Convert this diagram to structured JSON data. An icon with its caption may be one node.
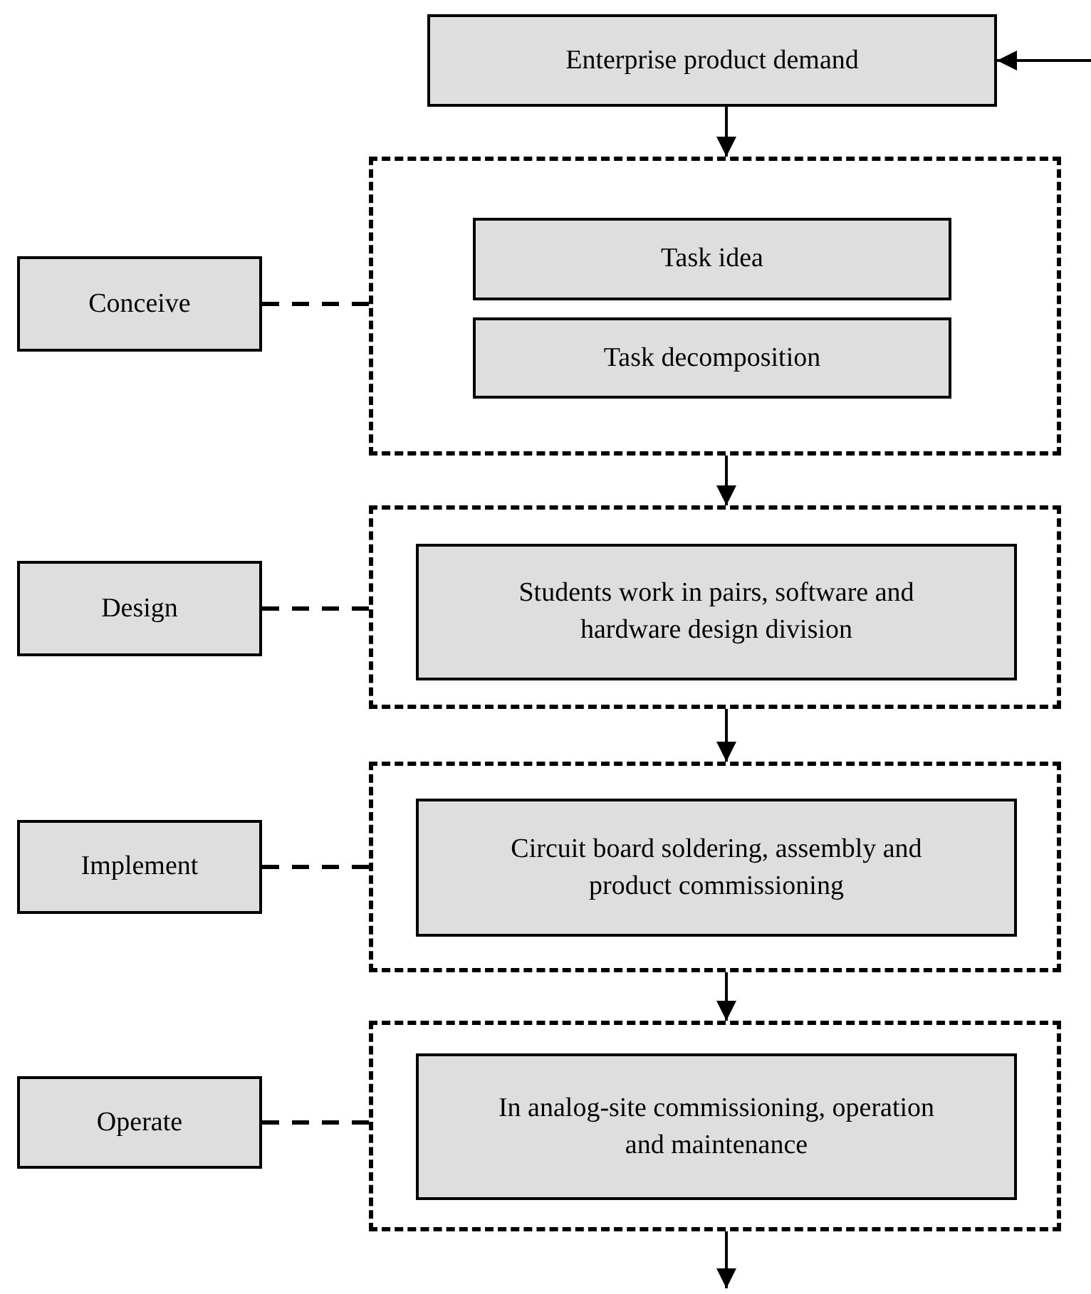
{
  "diagram": {
    "nodes": [
      {
        "text": [
          "Enterprise product demand"
        ]
      },
      {
        "text": [],
        "shape": "box"
      },
      {
        "text": [
          "Task idea"
        ],
        "in": 1
      },
      {
        "text": [
          "Task decomposition"
        ],
        "in": 1
      },
      {
        "text": [
          "Conceive"
        ]
      },
      {
        "text": [],
        "shape": "box"
      },
      {
        "text": [
          "Students work in pairs, software and hardware design division"
        ],
        "in": 5
      },
      {
        "text": [
          "Design"
        ]
      },
      {
        "text": [],
        "shape": "box"
      },
      {
        "text": [
          "Circuit board soldering, assembly and product commissioning"
        ],
        "in": 8
      },
      {
        "text": [
          "Implement"
        ]
      },
      {
        "text": [],
        "shape": "box"
      },
      {
        "text": [
          "In analog-site commissioning, operation and maintenance"
        ],
        "in": 11
      },
      {
        "text": [
          "Operate"
        ]
      }
    ],
    "edges": [
      {
        "from": null,
        "to": 0,
        "arrow": "to"
      },
      {
        "from": 0,
        "to": 1,
        "arrow": "to"
      },
      {
        "from": 1,
        "to": 5,
        "arrow": "to"
      },
      {
        "from": 5,
        "to": 8,
        "arrow": "to"
      },
      {
        "from": 8,
        "to": 11,
        "arrow": "to"
      },
      {
        "from": 11,
        "to": null,
        "arrow": "to"
      },
      {
        "from": 4,
        "to": 1,
        "arrow": "none",
        "style": "dashed"
      },
      {
        "from": 7,
        "to": 5,
        "arrow": "none",
        "style": "dashed"
      },
      {
        "from": 10,
        "to": 8,
        "arrow": "none",
        "style": "dashed"
      },
      {
        "from": 13,
        "to": 11,
        "arrow": "none",
        "style": "dashed"
      }
    ]
  }
}
